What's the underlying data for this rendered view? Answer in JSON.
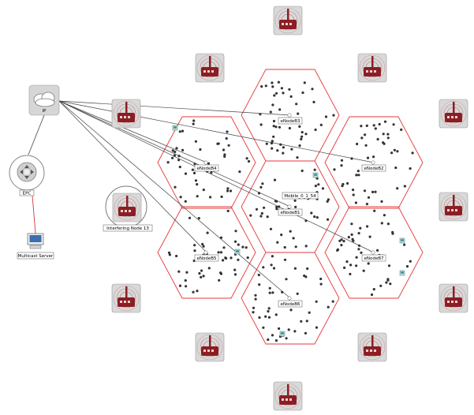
{
  "network": {
    "ip_label": "IP",
    "epc_label": "EPC",
    "multicast_label": "Multicast Server",
    "interfering_label": "Interfering Node 13",
    "mobile_label": "Mobile_0_1_54"
  },
  "cells": [
    {
      "id": "eNodeB3",
      "label": "eNodeB3"
    },
    {
      "id": "eNodeB4",
      "label": "eNodeB4"
    },
    {
      "id": "eNodeB2",
      "label": "eNodeB2"
    },
    {
      "id": "eNodeB1",
      "label": "eNodeB1"
    },
    {
      "id": "eNodeB5",
      "label": "eNodeB5"
    },
    {
      "id": "eNodeB7",
      "label": "eNodeB7"
    },
    {
      "id": "eNodeB6",
      "label": "eNodeB6"
    }
  ],
  "colors": {
    "hex_border": "#e5393b",
    "link": "#444444",
    "epc_link": "#d33a3a",
    "tower_bg": "#8b1e24",
    "ue_dot": "#333333"
  },
  "icons": {
    "cloud": "cloud-icon",
    "router": "router-icon",
    "server": "computer-icon",
    "interferer": "radio-tower-icon",
    "mobile": "mobile-terminal-icon"
  }
}
